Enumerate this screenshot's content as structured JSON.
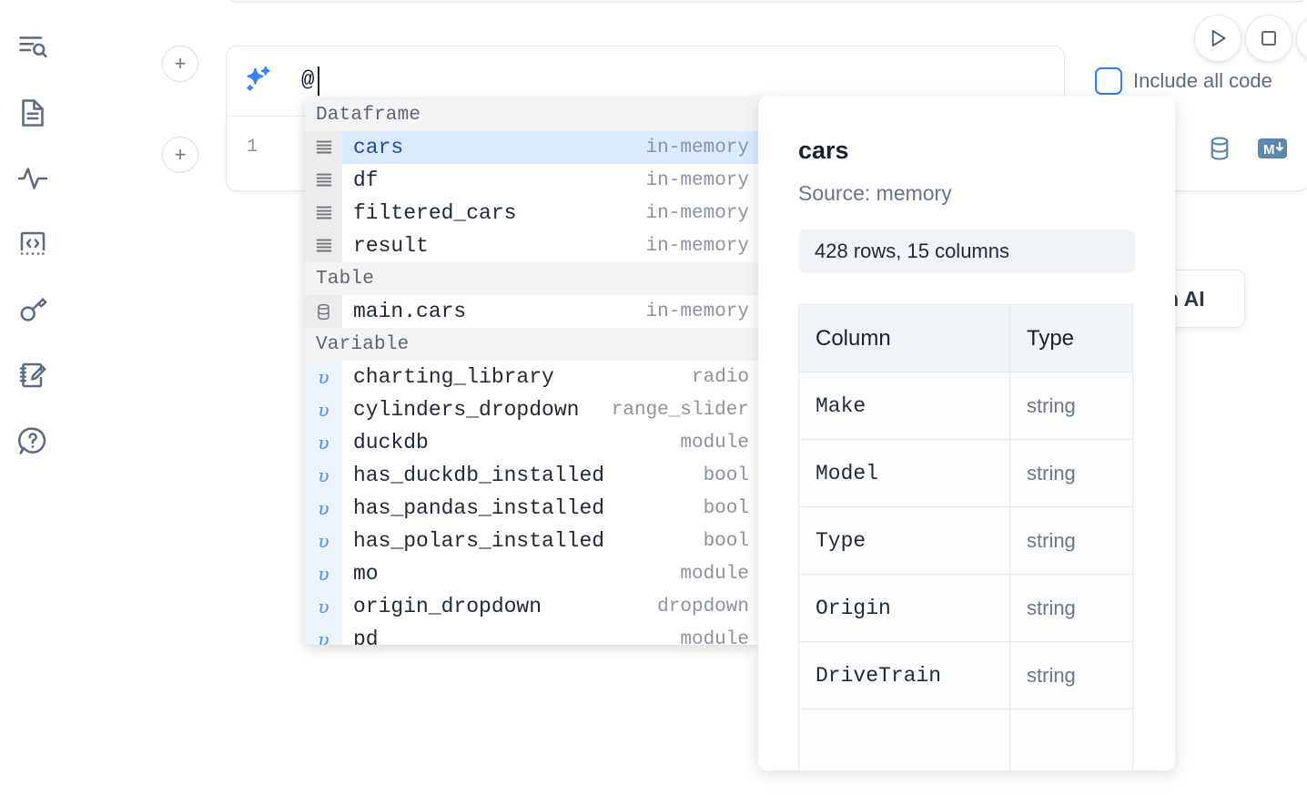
{
  "sidebar": {
    "items": [
      {
        "name": "file-explorer-icon",
        "label": "Explore files"
      },
      {
        "name": "notebook-document-icon",
        "label": "Notebook"
      },
      {
        "name": "activity-pulse-icon",
        "label": "Activity"
      },
      {
        "name": "code-snippets-icon",
        "label": "Snippets"
      },
      {
        "name": "secrets-key-icon",
        "label": "Secrets"
      },
      {
        "name": "scratchpad-edit-icon",
        "label": "Scratchpad"
      },
      {
        "name": "help-question-icon",
        "label": "Help"
      }
    ]
  },
  "toolbar": {
    "run_label": "Run",
    "stop_label": "Stop",
    "more_label": "More",
    "include_all_code": "Include all code",
    "include_checked": false,
    "accent_color": "#2f7ef0"
  },
  "ai_prompt": {
    "icon": "sparkles-icon",
    "value": "@",
    "placeholder": "",
    "add_button_label": "+"
  },
  "code_cell": {
    "line_number": "1",
    "icons": [
      {
        "name": "database-icon",
        "label": "SQL cell"
      },
      {
        "name": "markdown-icon",
        "label": "Markdown cell"
      }
    ]
  },
  "ai_float_button": {
    "label": "h AI"
  },
  "autocomplete": {
    "sections": [
      {
        "title": "Dataframe",
        "gutter_kind": "dataframe",
        "items": [
          {
            "name": "cars",
            "meta": "in-memory",
            "icon": "dataframe-icon",
            "selected": true
          },
          {
            "name": "df",
            "meta": "in-memory",
            "icon": "dataframe-icon",
            "selected": false
          },
          {
            "name": "filtered_cars",
            "meta": "in-memory",
            "icon": "dataframe-icon",
            "selected": false
          },
          {
            "name": "result",
            "meta": "in-memory",
            "icon": "dataframe-icon",
            "selected": false
          }
        ]
      },
      {
        "title": "Table",
        "gutter_kind": "table",
        "items": [
          {
            "name": "main.cars",
            "meta": "in-memory",
            "icon": "database-icon",
            "selected": false
          }
        ]
      },
      {
        "title": "Variable",
        "gutter_kind": "variable",
        "items": [
          {
            "name": "charting_library",
            "meta": "radio",
            "icon": "variable-icon",
            "selected": false
          },
          {
            "name": "cylinders_dropdown",
            "meta": "range_slider",
            "icon": "variable-icon",
            "selected": false
          },
          {
            "name": "duckdb",
            "meta": "module",
            "icon": "variable-icon",
            "selected": false
          },
          {
            "name": "has_duckdb_installed",
            "meta": "bool",
            "icon": "variable-icon",
            "selected": false
          },
          {
            "name": "has_pandas_installed",
            "meta": "bool",
            "icon": "variable-icon",
            "selected": false
          },
          {
            "name": "has_polars_installed",
            "meta": "bool",
            "icon": "variable-icon",
            "selected": false
          },
          {
            "name": "mo",
            "meta": "module",
            "icon": "variable-icon",
            "selected": false
          },
          {
            "name": "origin_dropdown",
            "meta": "dropdown",
            "icon": "variable-icon",
            "selected": false
          },
          {
            "name": "pd",
            "meta": "module",
            "icon": "variable-icon",
            "selected": false
          }
        ]
      }
    ]
  },
  "docs": {
    "title": "cars",
    "source": "Source: memory",
    "shape": "428 rows, 15 columns",
    "table": {
      "headers": [
        "Column",
        "Type"
      ],
      "rows": [
        {
          "column": "Make",
          "type": "string"
        },
        {
          "column": "Model",
          "type": "string"
        },
        {
          "column": "Type",
          "type": "string"
        },
        {
          "column": "Origin",
          "type": "string"
        },
        {
          "column": "DriveTrain",
          "type": "string"
        },
        {
          "column": "",
          "type": ""
        }
      ]
    }
  }
}
